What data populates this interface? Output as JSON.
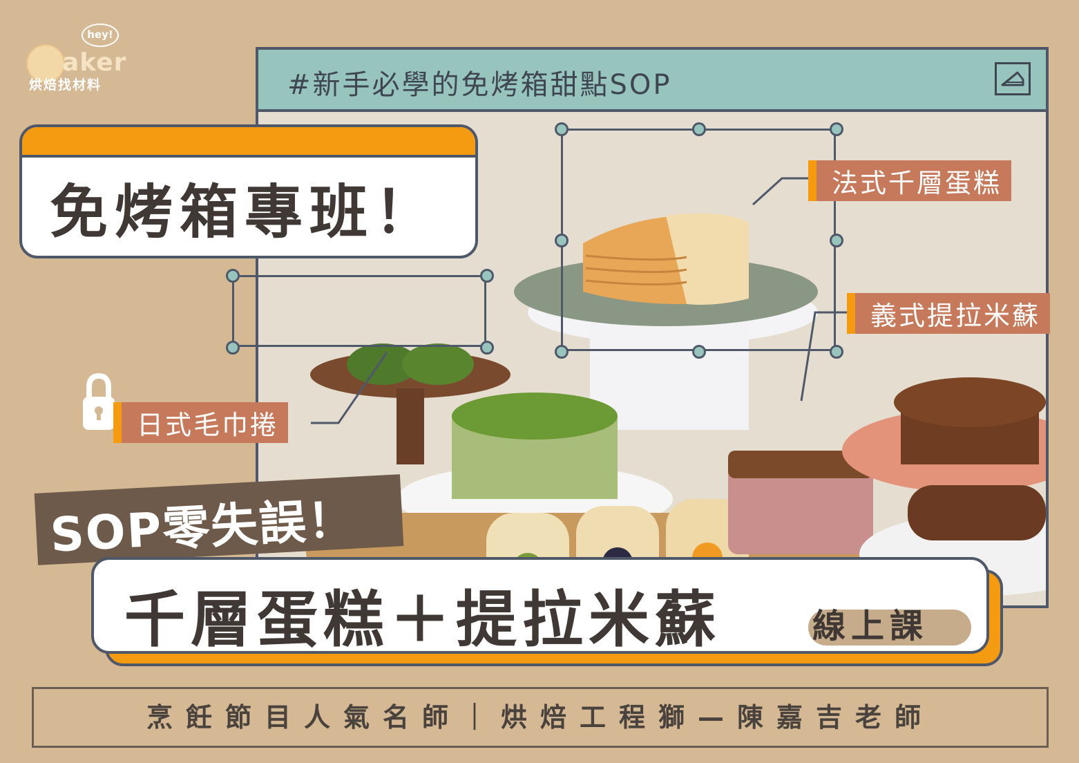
{
  "logo": {
    "bubble": "hey!",
    "word": "aker",
    "subtitle": "烘焙找材料"
  },
  "window": {
    "title": "#新手必學的免烤箱甜點SOP",
    "icon": "cake-slice-icon"
  },
  "headline": "免烤箱專班！",
  "tags": {
    "mille_crepe": "法式千層蛋糕",
    "tiramisu": "義式提拉米蘇",
    "towel_roll": "日式毛巾捲"
  },
  "sop_banner": "SOP零失誤！",
  "course": {
    "title": "千層蛋糕＋提拉米蘇",
    "suffix": "線上課"
  },
  "footer": "烹飪節目人氣名師｜烘焙工程獅—陳嘉吉老師",
  "colors": {
    "background": "#d5b894",
    "accent_orange": "#f49b11",
    "teal": "#97c4bc",
    "outline": "#4f5869",
    "tag_brown": "#c77a5b",
    "banner_brown": "#6e5a4a"
  }
}
